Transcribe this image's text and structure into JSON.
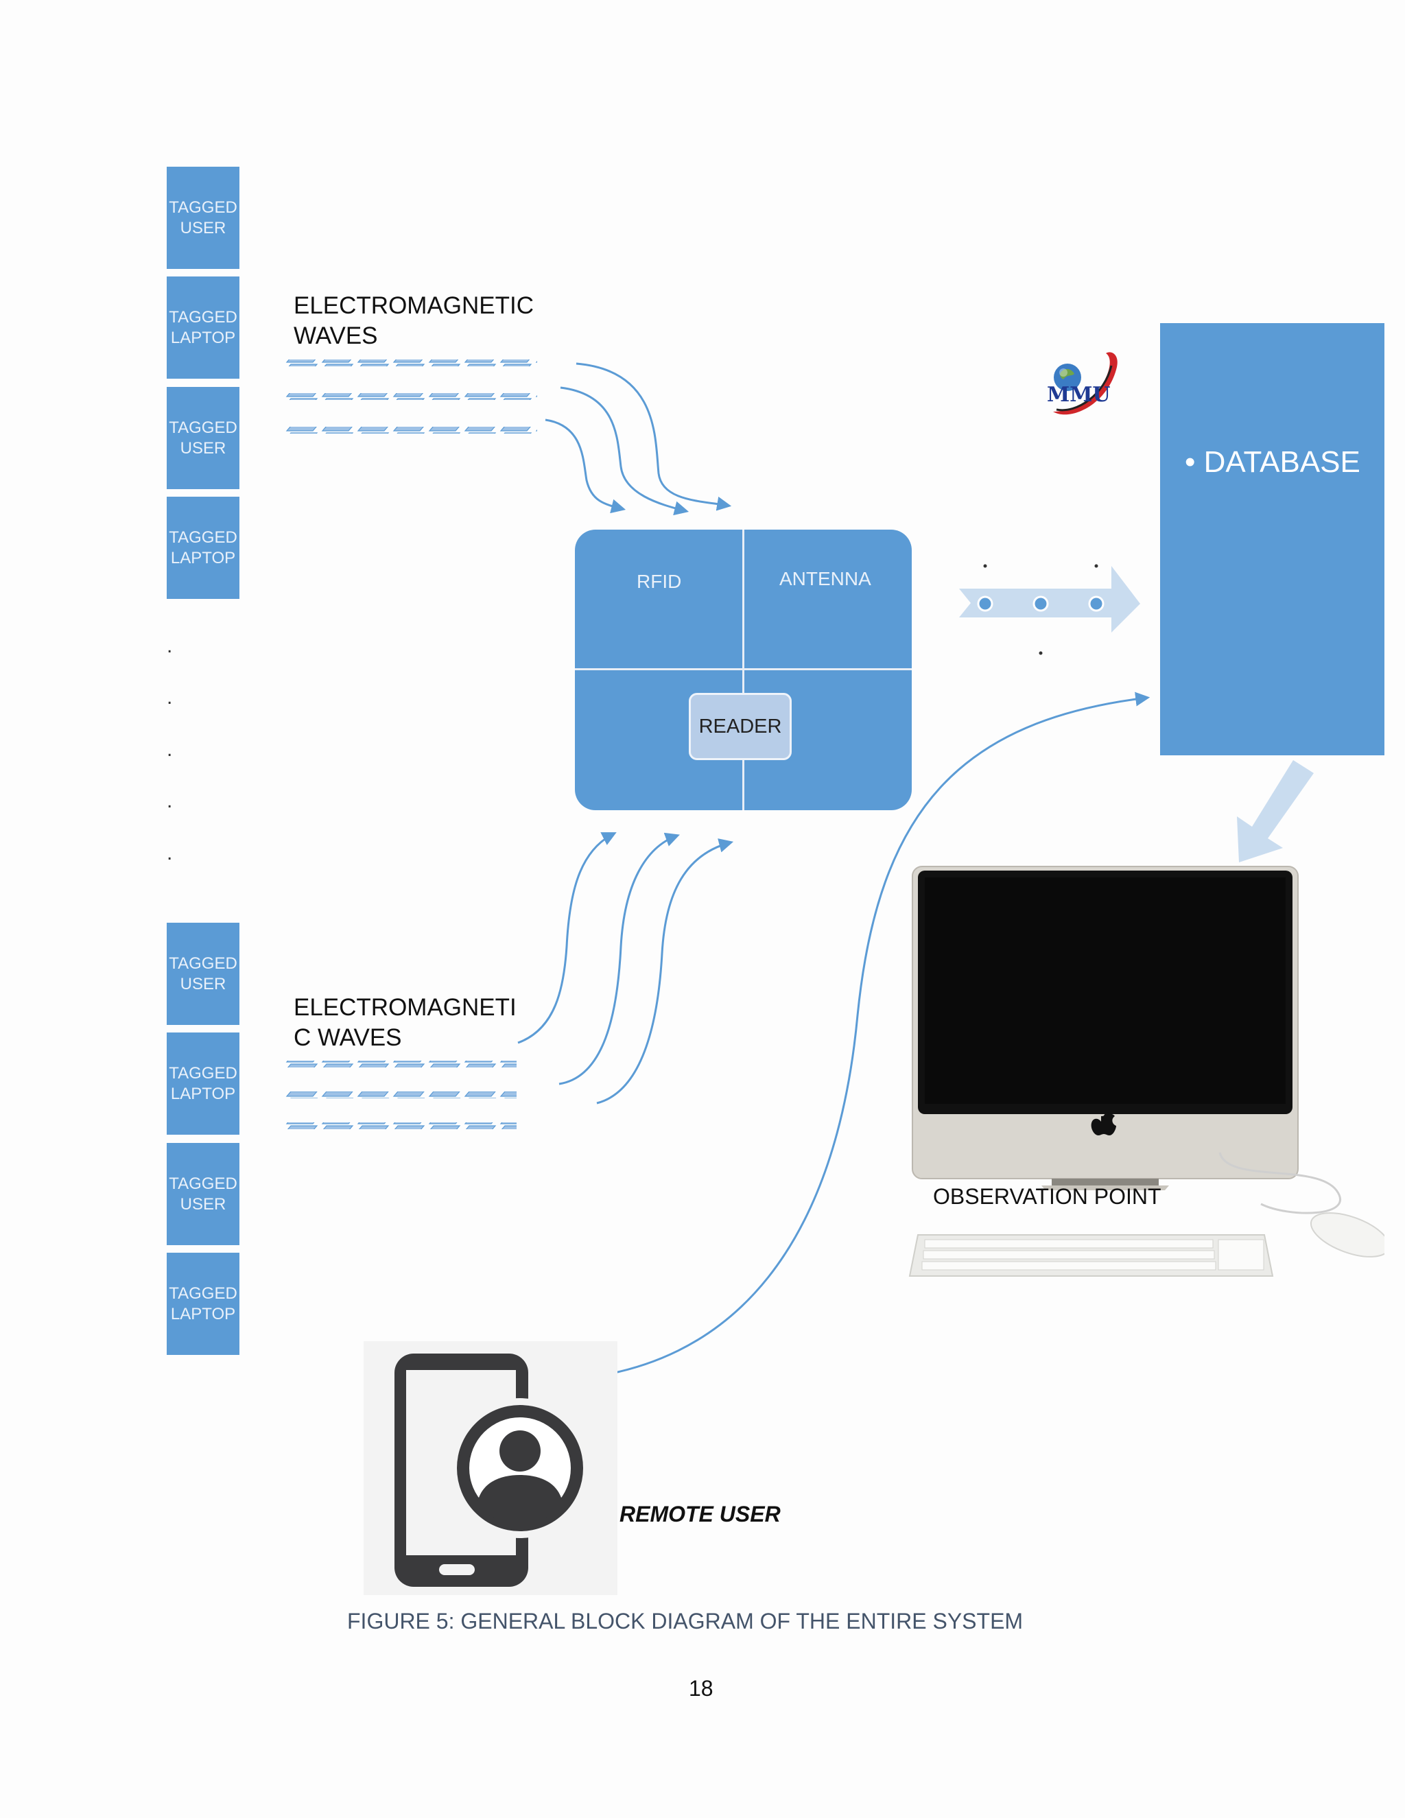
{
  "tag_boxes": [
    {
      "line1": "TAGGED",
      "line2": "USER"
    },
    {
      "line1": "TAGGED",
      "line2": "LAPTOP"
    },
    {
      "line1": "TAGGED",
      "line2": "USER"
    },
    {
      "line1": "TAGGED",
      "line2": "LAPTOP"
    },
    {
      "line1": "TAGGED",
      "line2": "USER"
    },
    {
      "line1": "TAGGED",
      "line2": "LAPTOP"
    },
    {
      "line1": "TAGGED",
      "line2": "USER"
    },
    {
      "line1": "TAGGED",
      "line2": "LAPTOP"
    }
  ],
  "em_top": {
    "line1": "ELECTROMAGNETIC",
    "line2": "WAVES"
  },
  "em_bottom": {
    "line1": "ELECTROMAGNETI",
    "line2": "C WAVES"
  },
  "reader": {
    "rfid": "RFID",
    "antenna": "ANTENNA",
    "reader": "READER"
  },
  "database": {
    "bullet": "•",
    "label": "DATABASE"
  },
  "logo": {
    "text": "MMU"
  },
  "observation_label": "OBSERVATION POINT",
  "remote_label": "REMOTE USER",
  "caption": "FIGURE 5: GENERAL BLOCK DIAGRAM OF THE ENTIRE SYSTEM",
  "page_number": "18",
  "colors": {
    "block": "#5b9bd5",
    "arrow": "#5b9bd5",
    "light_arrow": "#c9dcef",
    "caption": "#44546a"
  }
}
